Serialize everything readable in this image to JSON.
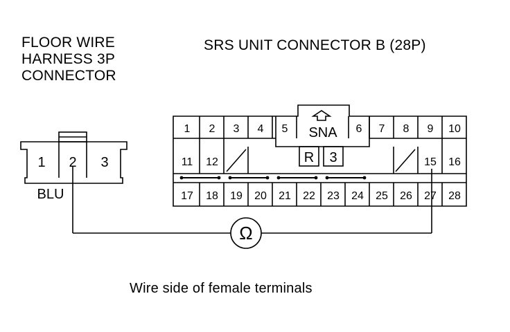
{
  "floor_connector": {
    "title_lines": [
      "FLOOR WIRE",
      "HARNESS 3P",
      "CONNECTOR"
    ],
    "pins": [
      "1",
      "2",
      "3"
    ],
    "wire_color": "BLU"
  },
  "srs_connector": {
    "title": "SRS UNIT CONNECTOR B (28P)",
    "row1_left": [
      "1",
      "2",
      "3",
      "4",
      "5"
    ],
    "row1_right": [
      "6",
      "7",
      "8",
      "9",
      "10"
    ],
    "row2_left": [
      "11",
      "12"
    ],
    "row2_right": [
      "15",
      "16"
    ],
    "row3": [
      "17",
      "18",
      "19",
      "20",
      "21",
      "22",
      "23",
      "24",
      "25",
      "26",
      "27",
      "28"
    ],
    "key_label": "SNA",
    "key_r": "R",
    "key_3": "3"
  },
  "meter_symbol": "Ω",
  "caption": "Wire side of female terminals"
}
